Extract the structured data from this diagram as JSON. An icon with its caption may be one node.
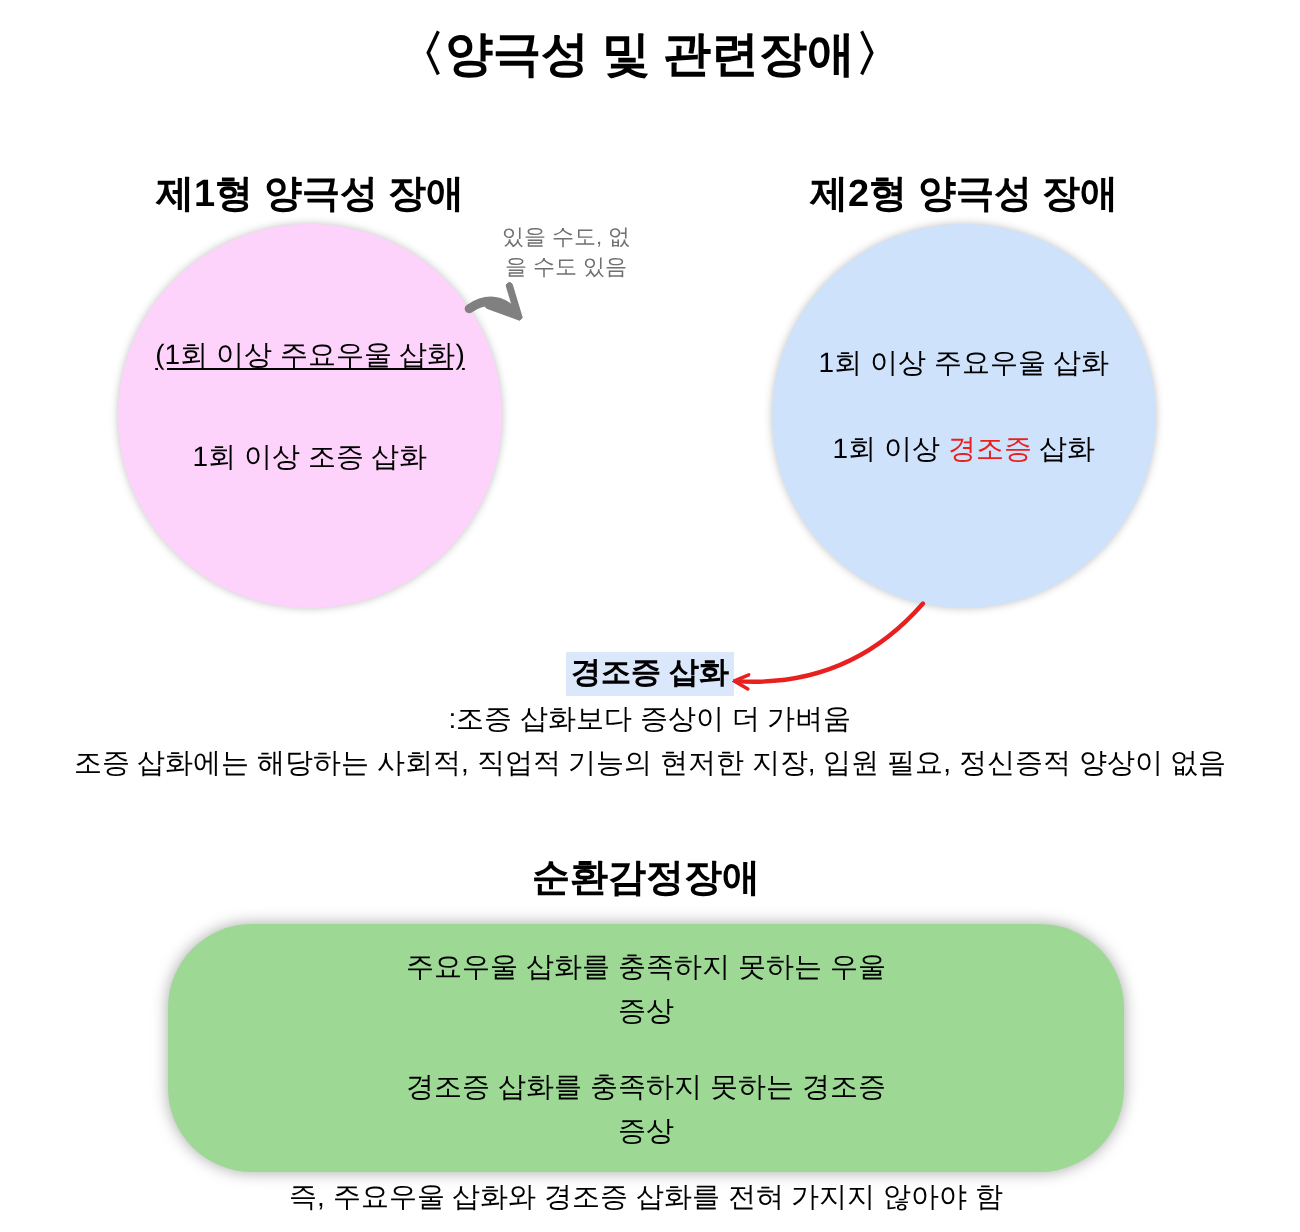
{
  "diagram": {
    "title": "〈양극성 및 관련장애〉",
    "nodes": [
      {
        "text": [
          "제1형 양극성 장애",
          "(1회 이상 주요우울 삽화)",
          "1회 이상 조증 삽화"
        ]
      },
      {
        "text": [
          "있을 수도, 없을 수도 있음"
        ]
      },
      {
        "text": [
          "제2형 양극성 장애",
          "1회 이상 주요우울 삽화",
          "1회 이상 **경조증** 삽화"
        ]
      },
      {
        "text": [
          "경조증 삽화"
        ],
        "beside": [
          ":조증 삽화보다 증상이 더 가벼움",
          "조증 삽화에는 해당하는 사회적, 직업적 기능의 현저한 지장, 입원 필요, 정신증적 양상이 없음"
        ]
      },
      {
        "text": [
          "순환감정장애",
          "주요우울 삽화를 충족하지 못하는 우울증상",
          "경조증 삽화를 충족하지 못하는 경조증 증상"
        ],
        "beside": [
          "즉, 주요우울 삽화와 경조증 삽화를 전혀 가지지 않아야 함"
        ]
      }
    ],
    "edges": [
      {
        "from": 0,
        "to": 1,
        "arrow": "to",
        "style": "thick",
        "color": "#808080"
      },
      {
        "from": 2,
        "to": 3,
        "arrow": "to",
        "color": "#e82020"
      }
    ]
  }
}
